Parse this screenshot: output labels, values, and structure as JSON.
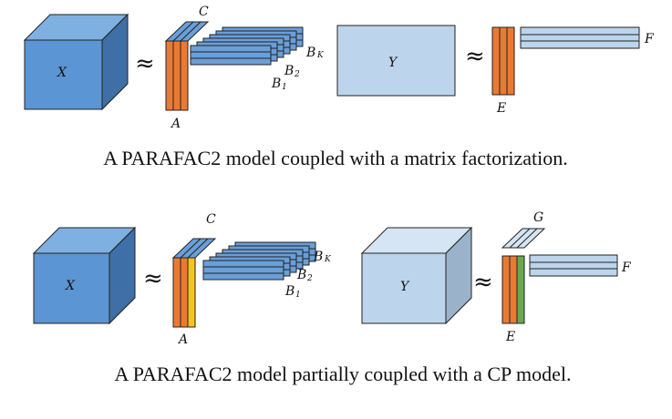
{
  "colors": {
    "tensor_front": "#5b95d3",
    "tensor_top": "#7fb0e2",
    "tensor_side": "#3e6fa6",
    "light_front": "#bcd5ec",
    "light_top": "#d6e5f4",
    "light_side": "#9bb3ca",
    "orange": "#e97a34",
    "yellow": "#f5c518",
    "green": "#6aa84f",
    "slice_blue": "#6a9fd8"
  },
  "top": {
    "x_label": "X",
    "approx1": "≈",
    "c_label": "C",
    "a_label": "A",
    "b_label": "B",
    "bK_sub": "K",
    "b2_sub": "2",
    "b1_sub": "1",
    "y_label": "Y",
    "approx2": "≈",
    "e_label": "E",
    "f_label": "F",
    "caption": "A PARAFAC2 model coupled with a matrix factorization."
  },
  "bottom": {
    "x_label": "X",
    "approx1": "≈",
    "c_label": "C",
    "a_label": "A",
    "b_label": "B",
    "bK_sub": "K",
    "b2_sub": "2",
    "b1_sub": "1",
    "y_label": "Y",
    "approx2": "≈",
    "g_label": "G",
    "e_label": "E",
    "f_label": "F",
    "caption": "A PARAFAC2 model partially coupled with a CP model."
  }
}
